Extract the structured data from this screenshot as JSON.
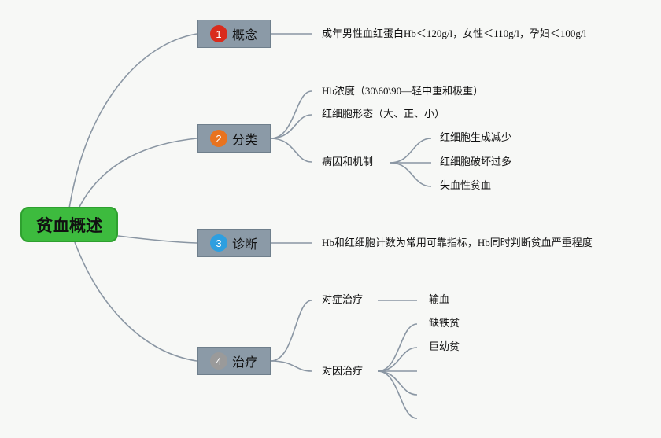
{
  "root": {
    "label": "贫血概述"
  },
  "branches": [
    {
      "num": "1",
      "num_color": "#d92b1c",
      "label": "概念",
      "children": [
        {
          "label": "成年男性血红蛋白Hb＜120g/l，女性＜110g/l，孕妇＜100g/l"
        }
      ]
    },
    {
      "num": "2",
      "num_color": "#e8731f",
      "label": "分类",
      "children": [
        {
          "label": "Hb浓度（30\\60\\90—轻中重和极重）"
        },
        {
          "label": "红细胞形态（大、正、小）"
        },
        {
          "label": "病因和机制",
          "children": [
            {
              "label": "红细胞生成减少"
            },
            {
              "label": "红细胞破坏过多"
            },
            {
              "label": "失血性贫血"
            }
          ]
        }
      ]
    },
    {
      "num": "3",
      "num_color": "#2e9fe0",
      "label": "诊断",
      "children": [
        {
          "label": "Hb和红细胞计数为常用可靠指标，Hb同时判断贫血严重程度"
        }
      ]
    },
    {
      "num": "4",
      "num_color": "#9a9a9a",
      "label": "治疗",
      "children": [
        {
          "label": "对症治疗",
          "children": [
            {
              "label": "输血"
            }
          ]
        },
        {
          "label": "对因治疗",
          "children": [
            {
              "label": "缺铁贫"
            },
            {
              "label": "巨幼贫"
            },
            {
              "label": ""
            },
            {
              "label": ""
            },
            {
              "label": ""
            }
          ]
        }
      ]
    }
  ],
  "colors": {
    "connector": "#8a96a3",
    "root_fill": "#3dbb3e",
    "branch_fill": "#8b9aa7"
  }
}
